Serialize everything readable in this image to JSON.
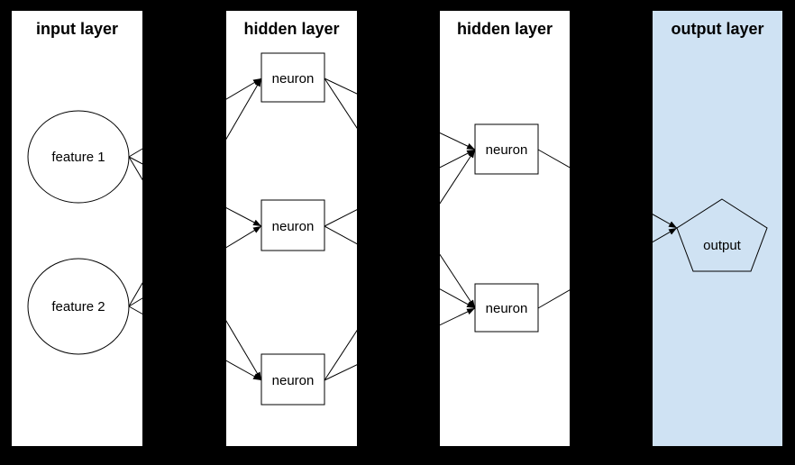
{
  "diagram_type": "neural-network",
  "colors": {
    "background": "#000000",
    "panel_fill": "#ffffff",
    "output_panel_fill": "#cfe2f3",
    "stroke": "#000000",
    "text": "#000000"
  },
  "layers": [
    {
      "id": "input-layer",
      "title": "input layer",
      "nodes": [
        {
          "id": "feature1",
          "label": "feature 1",
          "shape": "circle"
        },
        {
          "id": "feature2",
          "label": "feature 2",
          "shape": "circle"
        }
      ]
    },
    {
      "id": "hidden-layer-1",
      "title": "hidden layer",
      "nodes": [
        {
          "id": "h1-neuron1",
          "label": "neuron",
          "shape": "rect"
        },
        {
          "id": "h1-neuron2",
          "label": "neuron",
          "shape": "rect"
        },
        {
          "id": "h1-neuron3",
          "label": "neuron",
          "shape": "rect"
        }
      ]
    },
    {
      "id": "hidden-layer-2",
      "title": "hidden layer",
      "nodes": [
        {
          "id": "h2-neuron1",
          "label": "neuron",
          "shape": "rect"
        },
        {
          "id": "h2-neuron2",
          "label": "neuron",
          "shape": "rect"
        }
      ]
    },
    {
      "id": "output-layer",
      "title": "output layer",
      "nodes": [
        {
          "id": "output",
          "label": "output",
          "shape": "pentagon"
        }
      ]
    }
  ],
  "connections": [
    {
      "from": "feature1",
      "to": "h1-neuron1"
    },
    {
      "from": "feature1",
      "to": "h1-neuron2"
    },
    {
      "from": "feature1",
      "to": "h1-neuron3"
    },
    {
      "from": "feature2",
      "to": "h1-neuron1"
    },
    {
      "from": "feature2",
      "to": "h1-neuron2"
    },
    {
      "from": "feature2",
      "to": "h1-neuron3"
    },
    {
      "from": "h1-neuron1",
      "to": "h2-neuron1"
    },
    {
      "from": "h1-neuron1",
      "to": "h2-neuron2"
    },
    {
      "from": "h1-neuron2",
      "to": "h2-neuron1"
    },
    {
      "from": "h1-neuron2",
      "to": "h2-neuron2"
    },
    {
      "from": "h1-neuron3",
      "to": "h2-neuron1"
    },
    {
      "from": "h1-neuron3",
      "to": "h2-neuron2"
    },
    {
      "from": "h2-neuron1",
      "to": "output"
    },
    {
      "from": "h2-neuron2",
      "to": "output"
    }
  ]
}
